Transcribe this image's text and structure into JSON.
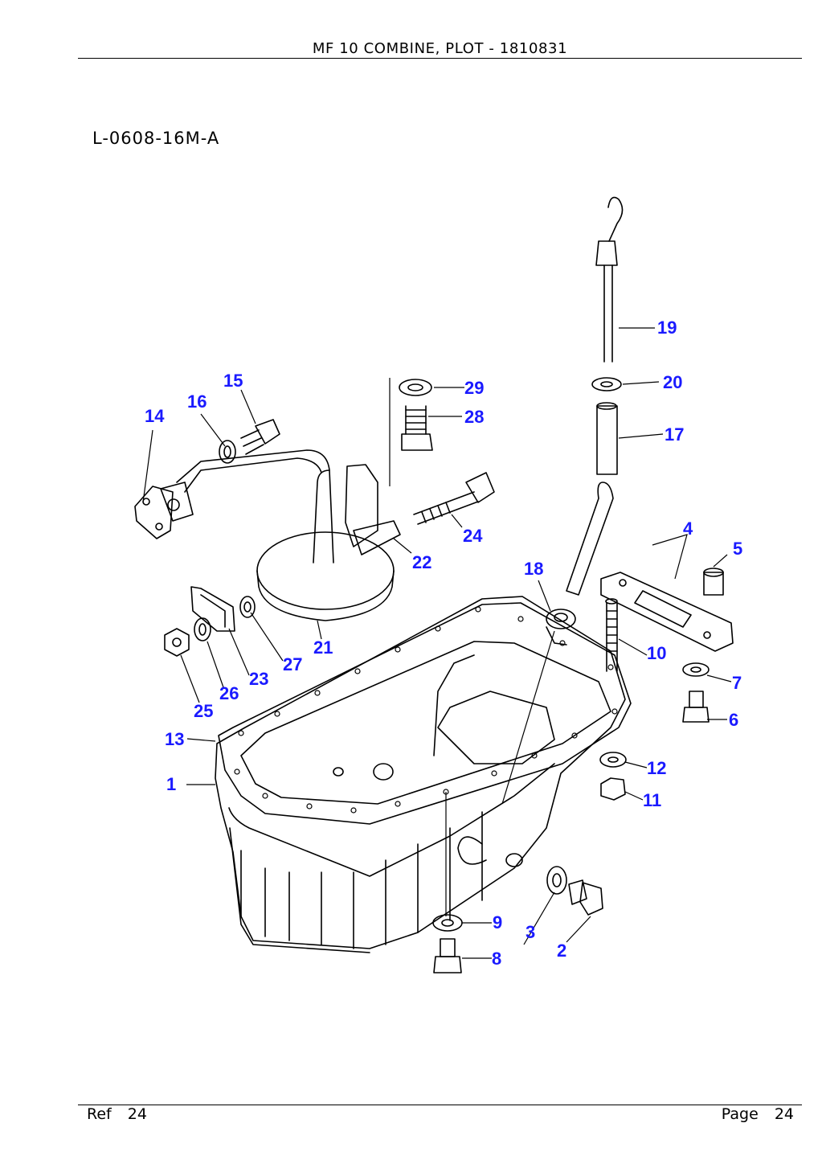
{
  "header": {
    "title": "MF 10 COMBINE, PLOT - 1810831"
  },
  "drawing_code": "L-0608-16M-A",
  "callouts": {
    "c1": "1",
    "c2": "2",
    "c3": "3",
    "c4": "4",
    "c5": "5",
    "c6": "6",
    "c7": "7",
    "c8": "8",
    "c9": "9",
    "c10": "10",
    "c11": "11",
    "c12": "12",
    "c13": "13",
    "c14": "14",
    "c15": "15",
    "c16": "16",
    "c17": "17",
    "c18": "18",
    "c19": "19",
    "c20": "20",
    "c21": "21",
    "c22": "22",
    "c23": "23",
    "c24": "24",
    "c25": "25",
    "c26": "26",
    "c27": "27",
    "c28": "28",
    "c29": "29"
  },
  "footer": {
    "ref_label": "Ref",
    "ref_value": "24",
    "page_label": "Page",
    "page_value": "24"
  },
  "colors": {
    "callout": "#1a1aff",
    "line": "#000000"
  }
}
